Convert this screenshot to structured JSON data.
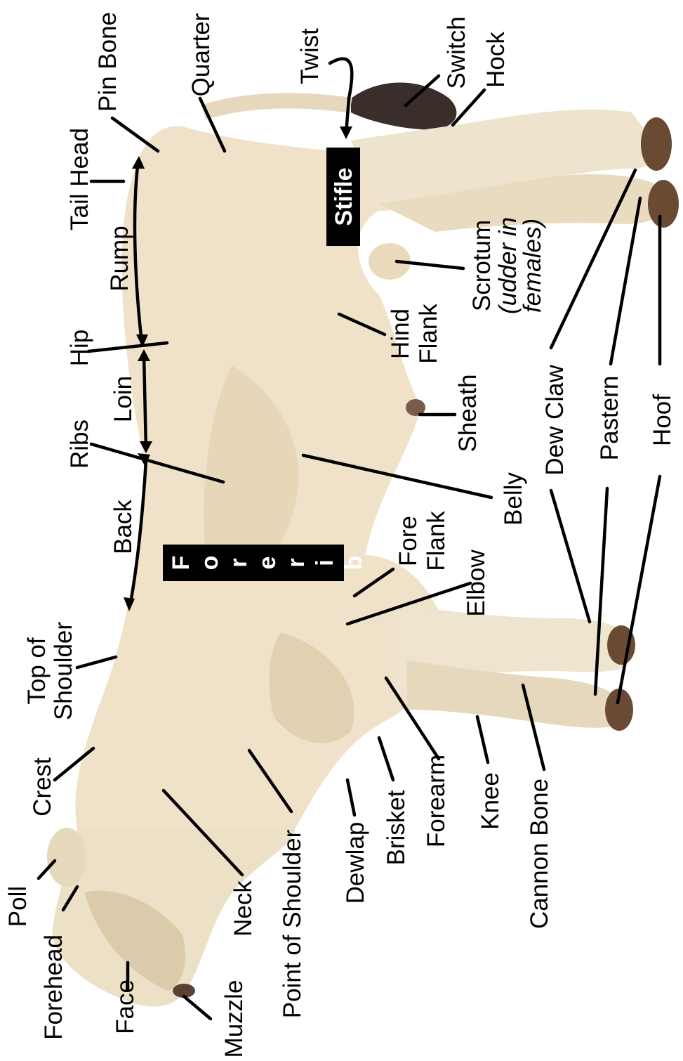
{
  "labels": {
    "face": "Face",
    "forehead": "Forehead",
    "poll": "Poll",
    "muzzle": "Muzzle",
    "neck": "Neck",
    "point_of_shoulder": "Point of Shoulder",
    "dewlap": "Dewlap",
    "brisket": "Brisket",
    "forearm": "Forearm",
    "knee": "Knee",
    "cannon_bone": "Cannon Bone",
    "crest": "Crest",
    "top_of_shoulder_1": "Top of",
    "top_of_shoulder_2": "Shoulder",
    "back": "Back",
    "ribs": "Ribs",
    "loin": "Loin",
    "hip": "Hip",
    "rump": "Rump",
    "tail_head": "Tail Head",
    "pin_bone": "Pin Bone",
    "quarter": "Quarter",
    "twist": "Twist",
    "switch": "Switch",
    "hock": "Hock",
    "stifle": "Stifle",
    "scrotum_1": "Scrotum",
    "scrotum_2": "(udder in",
    "scrotum_3": "females)",
    "hind_flank_1": "Hind",
    "hind_flank_2": "Flank",
    "sheath": "Sheath",
    "belly": "Belly",
    "fore_flank_1": "Fore",
    "fore_flank_2": "Flank",
    "elbow": "Elbow",
    "dew_claw": "Dew Claw",
    "pastern": "Pastern",
    "hoof": "Hoof",
    "forerib": "Forerib"
  },
  "colors": {
    "cow_body": "#efe2c8",
    "cow_shadow": "#d9c7a4",
    "hoof": "#6b4a33",
    "switch": "#3a2e2a",
    "label_box": "#000000",
    "label_box_text": "#ffffff"
  }
}
